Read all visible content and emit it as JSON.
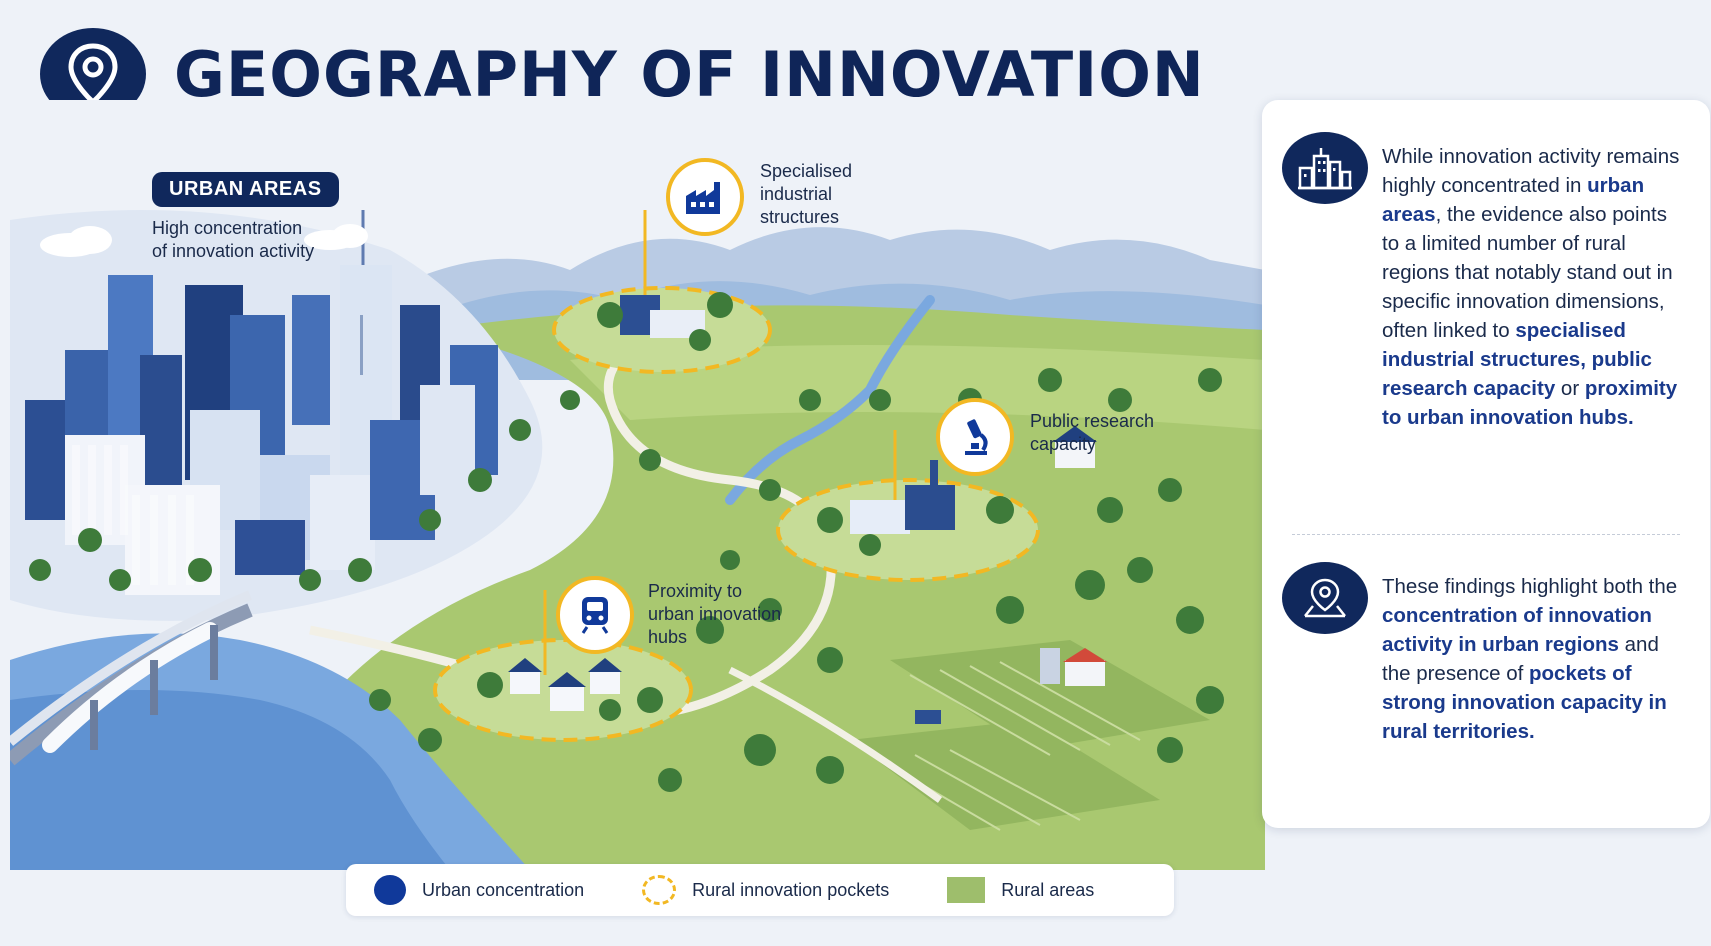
{
  "title": "GEOGRAPHY OF INNOVATION",
  "urban": {
    "pill": "URBAN AREAS",
    "line1": "High concentration",
    "line2": "of innovation activity"
  },
  "markers": {
    "industrial": {
      "line1": "Specialised",
      "line2": "industrial",
      "line3": "structures",
      "icon": "factory-icon"
    },
    "research": {
      "line1": "Public research",
      "line2": "capacity",
      "icon": "microscope-icon"
    },
    "proximity": {
      "line1": "Proximity to",
      "line2": "urban innovation",
      "line3": "hubs",
      "icon": "train-icon"
    }
  },
  "panel": {
    "block1": {
      "icon": "city-buildings-icon",
      "t1": "While innovation activity remains highly concentrated in ",
      "h1": "urban areas",
      "t2": ", the evidence also points to a limited number of rural regions that notably stand out in specific innovation dimensions, often linked to ",
      "h2": "specialised industrial structures, public research capacity",
      "t3": " or ",
      "h3": "proximity to urban innovation hubs",
      "t4": "."
    },
    "block2": {
      "icon": "map-pin-icon",
      "t1": "These findings highlight both the ",
      "h1": "concentration of innovation activity in urban regions",
      "t2": " and the presence of ",
      "h2": "pockets of strong innovation capacity in rural territories",
      "t3": "."
    }
  },
  "legend": {
    "urban": "Urban concentration",
    "pockets": "Rural innovation pockets",
    "rural": "Rural areas"
  },
  "colors": {
    "navy": "#10285c",
    "accent_blue": "#1a3a8c",
    "gold": "#f2b823",
    "rural_green": "#9ebe6c",
    "river": "#6f9fd8"
  }
}
